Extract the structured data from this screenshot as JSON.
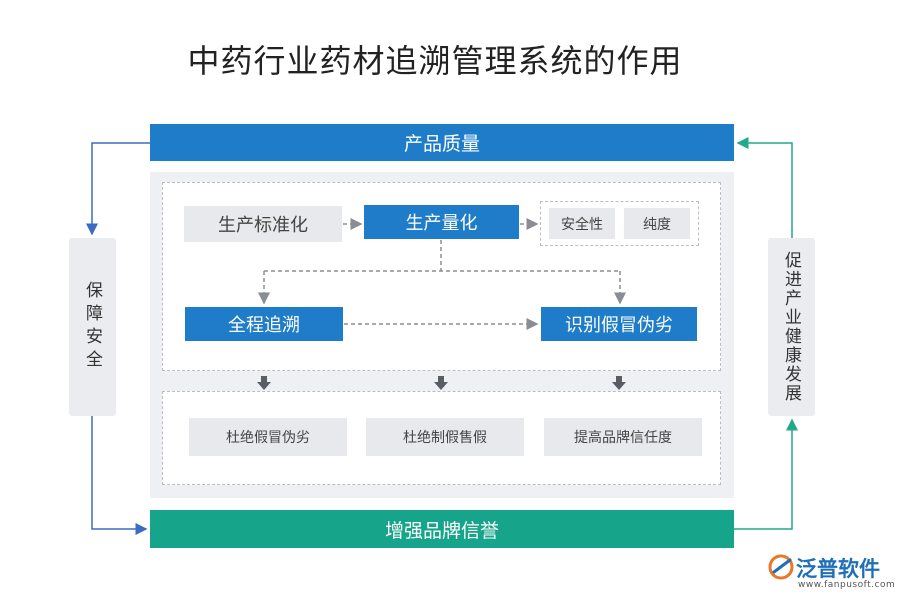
{
  "title": "中药行业药材追溯管理系统的作用",
  "top_bar": "产品质量",
  "bottom_bar": "增强品牌信誉",
  "left_side": "保障安全",
  "right_side": "促进产业健康发展",
  "process": {
    "standardization": "生产标准化",
    "quantification": "生产量化",
    "attributes": [
      "安全性",
      "纯度"
    ],
    "full_trace": "全程追溯",
    "identify_fake": "识别假冒伪劣"
  },
  "outcomes": [
    "杜绝假冒伪劣",
    "杜绝制假售假",
    "提高品牌信任度"
  ],
  "logo": {
    "name": "泛普软件",
    "url": "www.fanpusoft.com"
  },
  "colors": {
    "blue": "#1e7cc8",
    "green": "#16a58a",
    "arrow_blue": "#3b6cc0",
    "arrow_teal": "#22a88c"
  }
}
